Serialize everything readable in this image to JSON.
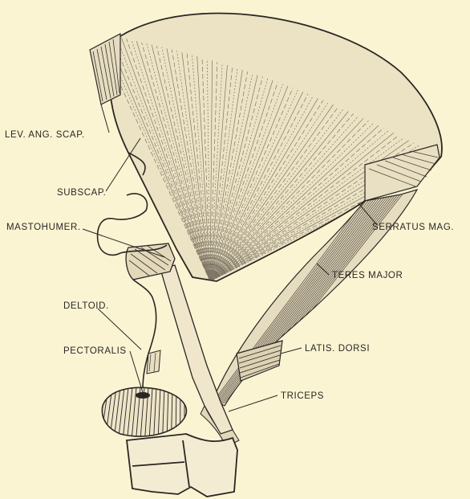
{
  "figure": {
    "background": "#fbf4d3",
    "ink": "#2a2622",
    "muscle_fill": "#e6dcc0"
  },
  "labels": {
    "lev_ang_scap": "LEV. ANG. SCAP.",
    "subscap": "SUBSCAP.",
    "mastohumer": "MASTOHUMER.",
    "deltoid": "DELTOID.",
    "pectoralis": "PECTORALIS",
    "serratus_mag": "SERRATUS MAG.",
    "teres_major": "TERES MAJOR",
    "latis_dorsi": "LATIS. DORSI",
    "triceps": "TRICEPS"
  }
}
